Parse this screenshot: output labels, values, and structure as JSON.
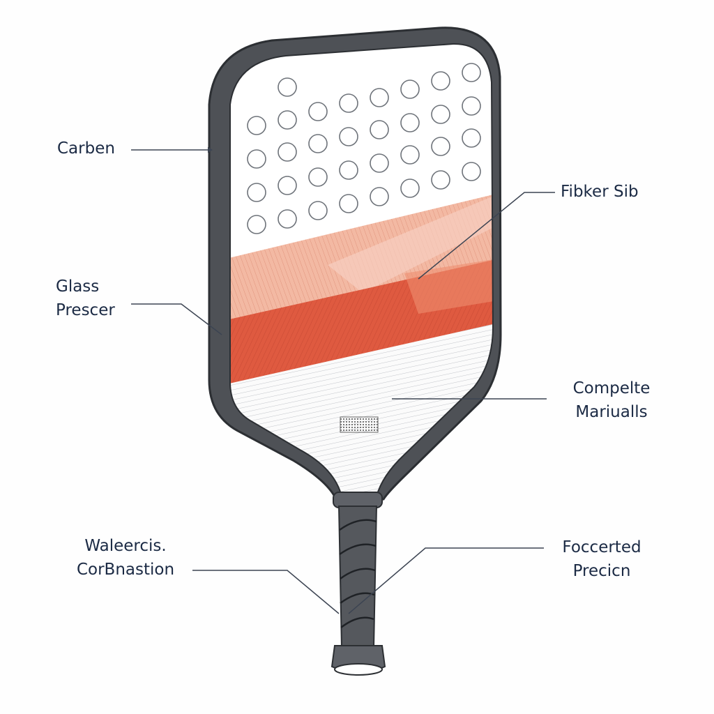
{
  "labels": {
    "carbon": {
      "text": "Carben"
    },
    "fiber": {
      "text": "Fibker Sib"
    },
    "glass": {
      "line1": "Glass",
      "line2": "Prescer"
    },
    "composite": {
      "line1": "Compelte",
      "line2": "Mariualls"
    },
    "wale": {
      "line1": "Waleercis.",
      "line2": "CorBnastion"
    },
    "focused": {
      "line1": "Foccerted",
      "line2": "Precicn"
    }
  },
  "colors": {
    "frame": "#4e5156",
    "leader": "#3c4452",
    "text": "#1b2a44",
    "layer_light": "#f3b9a3",
    "layer_mid": "#ee8d70",
    "layer_dark": "#df5a40",
    "face": "#ffffff",
    "grip": "#55585d"
  },
  "icons": [
    "pickleball-paddle",
    "grip-wrap"
  ]
}
